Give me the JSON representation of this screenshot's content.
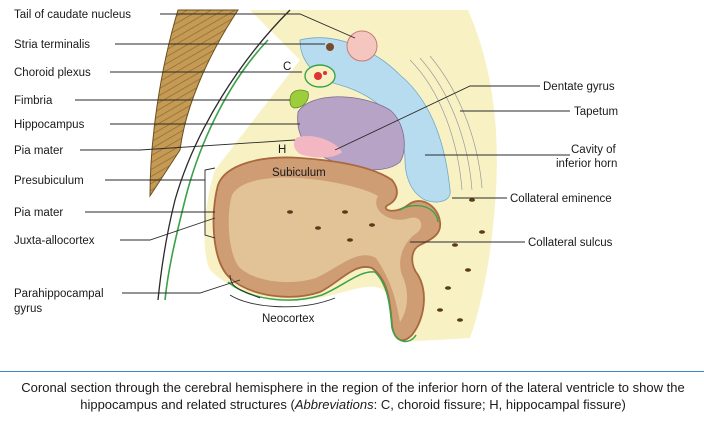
{
  "labels": {
    "tail_caudate": "Tail of caudate nucleus",
    "stria_terminalis": "Stria terminalis",
    "choroid_plexus": "Choroid plexus",
    "fimbria": "Fimbria",
    "hippocampus": "Hippocampus",
    "pia_mater_1": "Pia mater",
    "presubiculum": "Presubiculum",
    "pia_mater_2": "Pia mater",
    "juxta_allocortex": "Juxta-allocortex",
    "parahippocampal_1": "Parahippocampal",
    "parahippocampal_2": "gyrus",
    "neocortex": "Neocortex",
    "subiculum": "Subiculum",
    "c": "C",
    "h": "H",
    "dentate_gyrus": "Dentate gyrus",
    "tapetum": "Tapetum",
    "cavity_1": "Cavity of",
    "cavity_2": "inferior horn",
    "collateral_eminence": "Collateral eminence",
    "collateral_sulcus": "Collateral sulcus"
  },
  "caption": {
    "line1": "Coronal section through the cerebral hemisphere in the region of the inferior horn of the lateral ventricle to show the",
    "line2_start": "hippocampus and related structures (",
    "abbr": "Abbreviations",
    "line2_end": ": C, choroid fissure; H, hippocampal fissure)"
  },
  "colors": {
    "white_matter": "#f7f1c4",
    "ventricle": "#b8dcef",
    "cortex": "#cf9d74",
    "cortex_edge": "#a9683e",
    "hippocampus": "#b7a3c6",
    "dentate": "#f3b7c4",
    "fimbria": "#9ccd3c",
    "caudate": "#f4c6bf",
    "internal_capsule": "#c49a54",
    "pia": "#3aa34a",
    "separator": "#3a8ac4"
  }
}
